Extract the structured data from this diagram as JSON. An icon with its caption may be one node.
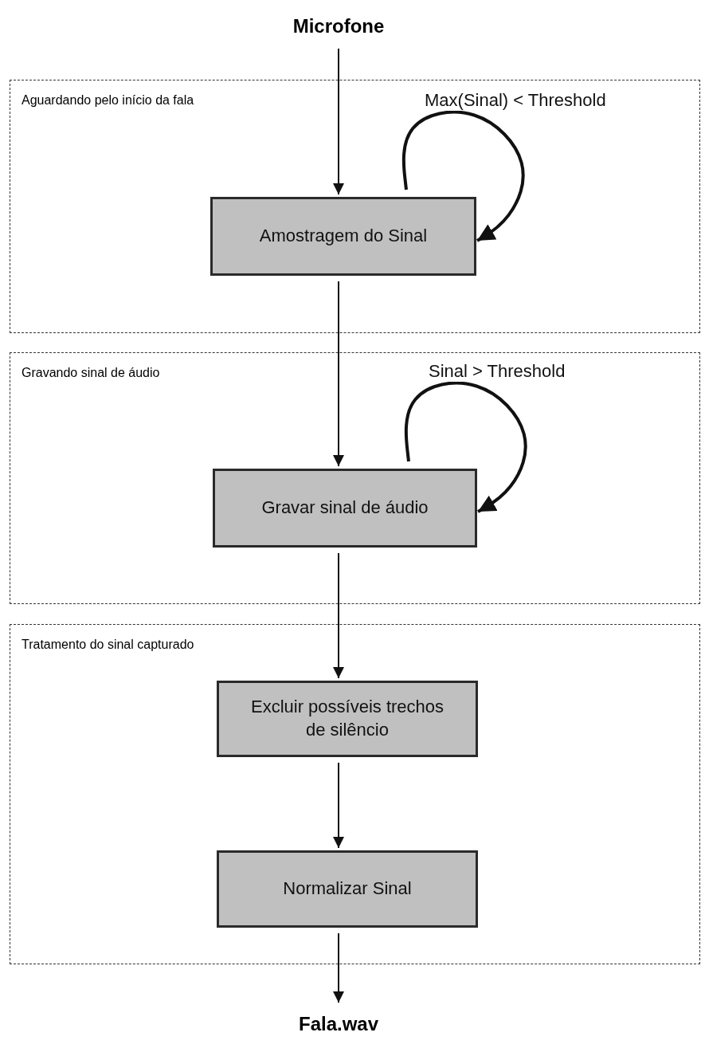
{
  "diagram": {
    "nodes": [
      {
        "text": [
          "Microfone"
        ]
      },
      {
        "text": [
          "Aguardando pelo início da fala"
        ]
      },
      {
        "text": [
          "Amostragem do Sinal"
        ],
        "in": 1
      },
      {
        "text": [
          "Gravando sinal de áudio"
        ]
      },
      {
        "text": [
          "Gravar sinal de áudio"
        ],
        "in": 3
      },
      {
        "text": [
          "Tratamento do sinal capturado"
        ]
      },
      {
        "text": [
          "Excluir possíveis trechos de silêncio"
        ],
        "in": 5
      },
      {
        "text": [
          "Normalizar Sinal"
        ],
        "in": 5
      },
      {
        "text": [
          "Fala.wav"
        ]
      }
    ],
    "edges": [
      {
        "from": 0,
        "to": 2,
        "arrow": "to"
      },
      {
        "from": 2,
        "to": 2,
        "arrow": "to",
        "label": "Max(Sinal) < Threshold",
        "style": "thick"
      },
      {
        "from": 2,
        "to": 4,
        "arrow": "to"
      },
      {
        "from": 4,
        "to": 4,
        "arrow": "to",
        "label": "Sinal > Threshold",
        "style": "thick"
      },
      {
        "from": 4,
        "to": 6,
        "arrow": "to"
      },
      {
        "from": 6,
        "to": 7,
        "arrow": "to"
      },
      {
        "from": 7,
        "to": 8,
        "arrow": "to"
      }
    ]
  }
}
